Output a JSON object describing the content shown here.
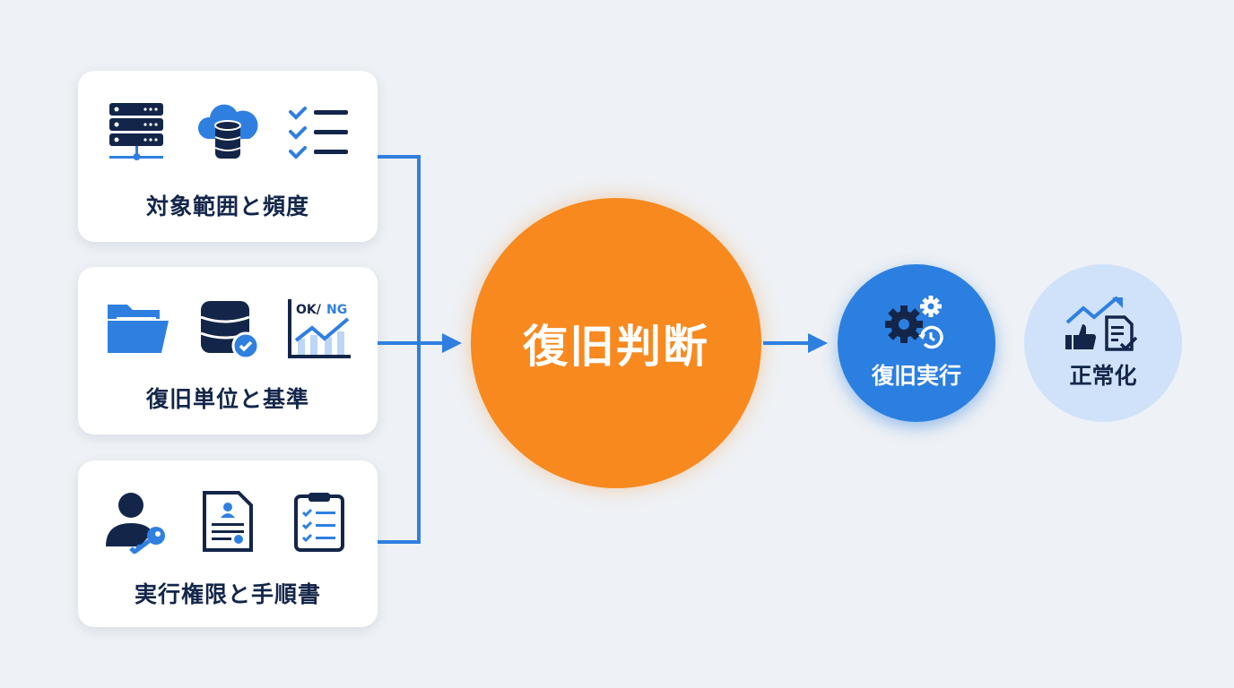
{
  "inputs": [
    {
      "label": "対象範囲と頻度",
      "icons": [
        "server-icon",
        "cloud-database-icon",
        "checklist-icon"
      ]
    },
    {
      "label": "復旧単位と基準",
      "icons": [
        "folder-icon",
        "database-check-icon",
        "ok-ng-chart-icon"
      ],
      "chart_icon_text_ok": "OK/",
      "chart_icon_text_ng": "NG"
    },
    {
      "label": "実行権限と手順書",
      "icons": [
        "user-key-icon",
        "document-icon",
        "clipboard-checklist-icon"
      ]
    }
  ],
  "decision": {
    "label": "復旧判断"
  },
  "execute": {
    "label": "復旧実行",
    "icon": "gears-restore-icon"
  },
  "normalize": {
    "label": "正常化",
    "icon": "thumbs-up-trend-document-icon"
  },
  "colors": {
    "orange": "#f7891f",
    "blue": "#2b7fe0",
    "navy": "#13264a",
    "light_blue": "#cfe2fa"
  }
}
